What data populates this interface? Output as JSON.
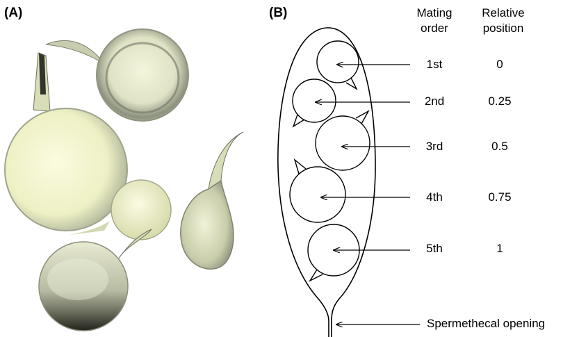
{
  "panel_a_label": "(A)",
  "panel_b_label": "(B)",
  "header": {
    "mating_line1": "Mating",
    "mating_line2": "order",
    "position_line1": "Relative",
    "position_line2": "position"
  },
  "rows": [
    {
      "order": "1st",
      "position": "0"
    },
    {
      "order": "2nd",
      "position": "0.25"
    },
    {
      "order": "3rd",
      "position": "0.5"
    },
    {
      "order": "4th",
      "position": "0.75"
    },
    {
      "order": "5th",
      "position": "1"
    }
  ],
  "opening_label": "Spermethecal opening",
  "colors": {
    "spermatophore_fill": "#f2f3c6",
    "spermatophore_shadow": "#8e9580",
    "spermatophore_dark": "#3a3a2e",
    "line": "#000000"
  }
}
